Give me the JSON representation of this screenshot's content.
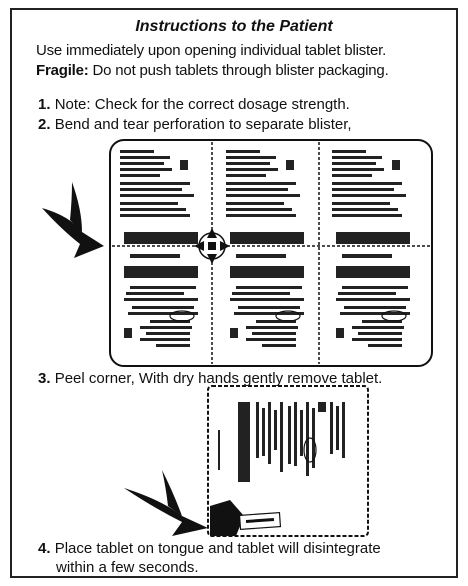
{
  "title": "Instructions to the Patient",
  "intro": {
    "line1": "Use immediately upon opening individual tablet blister.",
    "fragile_label": "Fragile:",
    "fragile_text": "Do not push tablets through blister packaging."
  },
  "steps": [
    {
      "num": "1.",
      "text": "Note: Check for the correct dosage strength."
    },
    {
      "num": "2.",
      "text": "Bend and tear perforation to separate blister,"
    },
    {
      "num": "3.",
      "text": "Peel corner, With dry hands gently remove tablet."
    },
    {
      "num": "4.",
      "text": "Place tablet on tongue and tablet will disintegrate"
    },
    {
      "num": "",
      "text": "within a few seconds."
    }
  ],
  "colors": {
    "ink": "#111111",
    "paper": "#ffffff"
  },
  "icons": [
    "arrow-icon",
    "perforation-cross-icon",
    "peel-corner-icon"
  ]
}
